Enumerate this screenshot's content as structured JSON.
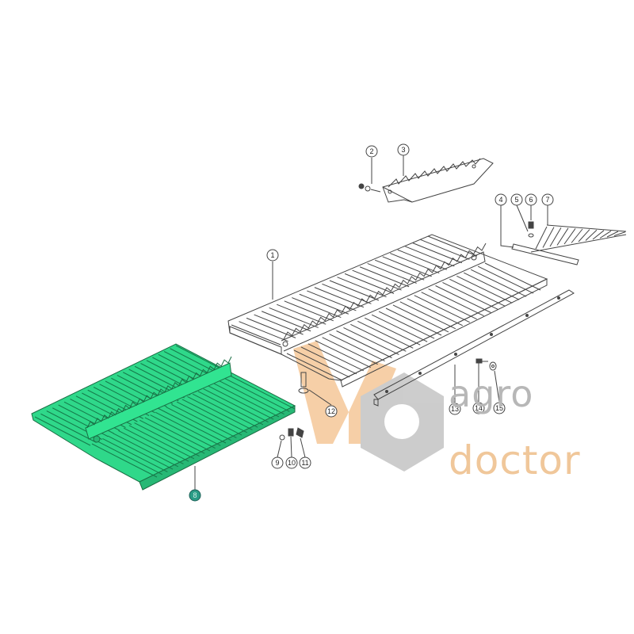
{
  "diagram": {
    "callouts": [
      "1",
      "2",
      "3",
      "4",
      "5",
      "6",
      "7",
      "8",
      "9",
      "10",
      "11",
      "12",
      "13",
      "14",
      "15"
    ],
    "highlighted_part": "8"
  },
  "watermark": {
    "word_top": "agro",
    "word_bottom": "doctor"
  },
  "colors": {
    "highlight_fill": "#2fd88a",
    "highlight_callout": "#2a9c86",
    "line": "#444444",
    "logo_orange": "#f4c08a",
    "logo_grey": "#bcbcbc"
  }
}
